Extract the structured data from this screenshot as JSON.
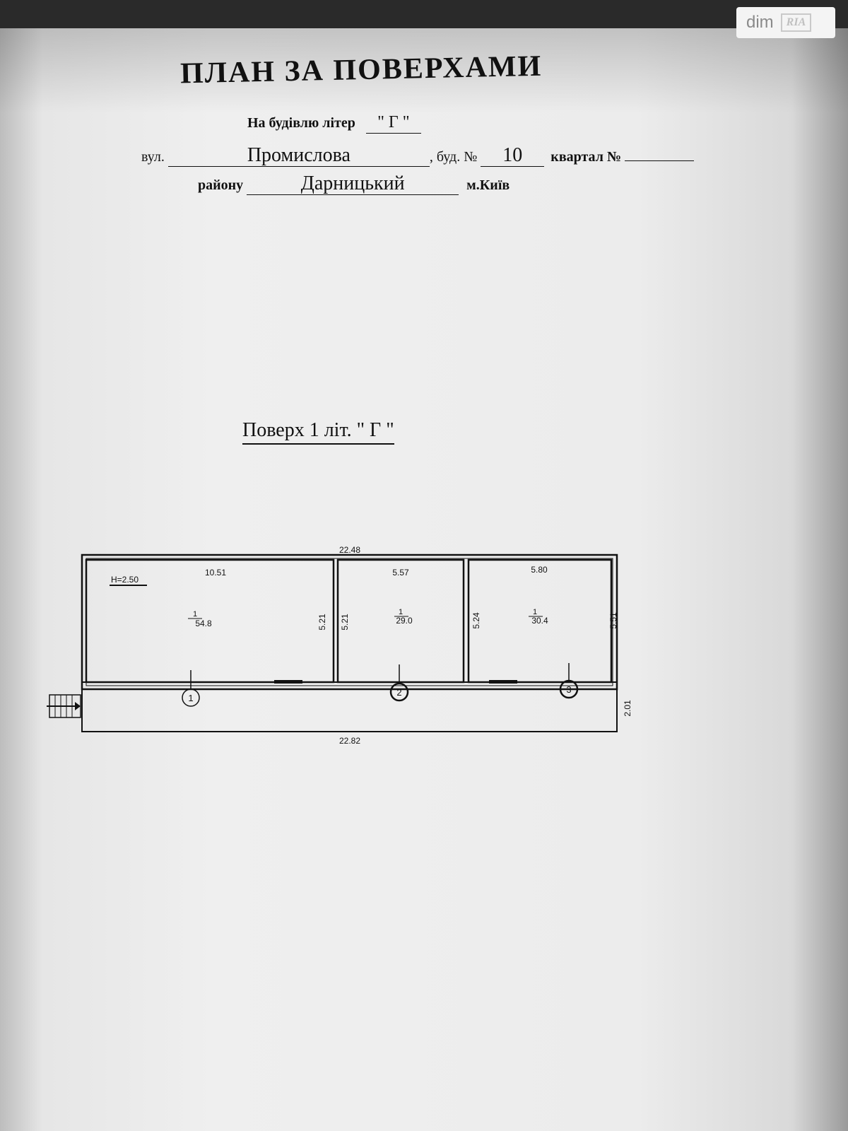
{
  "watermark": {
    "brand": "dim",
    "badge": "RIA"
  },
  "header": {
    "title": "ПЛАН ЗА ПОВЕРХАМИ",
    "building_label": "На будівлю літер",
    "building_value": "\" Г \"",
    "street_label": "вул.",
    "street_value": "Промислова",
    "house_label": ", буд. №",
    "house_value": "10",
    "block_label": "квартал №",
    "block_value": "",
    "district_label": "району",
    "district_value": "Дарницький",
    "city": "м.Київ"
  },
  "floor": {
    "title": "Поверх  1  літ. \" Г \""
  },
  "plan": {
    "overall_top": "22.48",
    "overall_bottom": "22.82",
    "porch_depth": "2.01",
    "height_note": "H=2.50",
    "rooms": [
      {
        "number": "1",
        "width": "10.51",
        "depth_right": "5.21",
        "area": "54.8"
      },
      {
        "number": "2",
        "width": "5.57",
        "depth_left": "5.21",
        "area": "29.0"
      },
      {
        "number": "3",
        "width": "5.80",
        "depth_left": "5.24",
        "depth_right": "5.51",
        "area": "30.4"
      }
    ],
    "markers": [
      "1",
      "2",
      "3"
    ],
    "room_fraction_top": "1"
  }
}
